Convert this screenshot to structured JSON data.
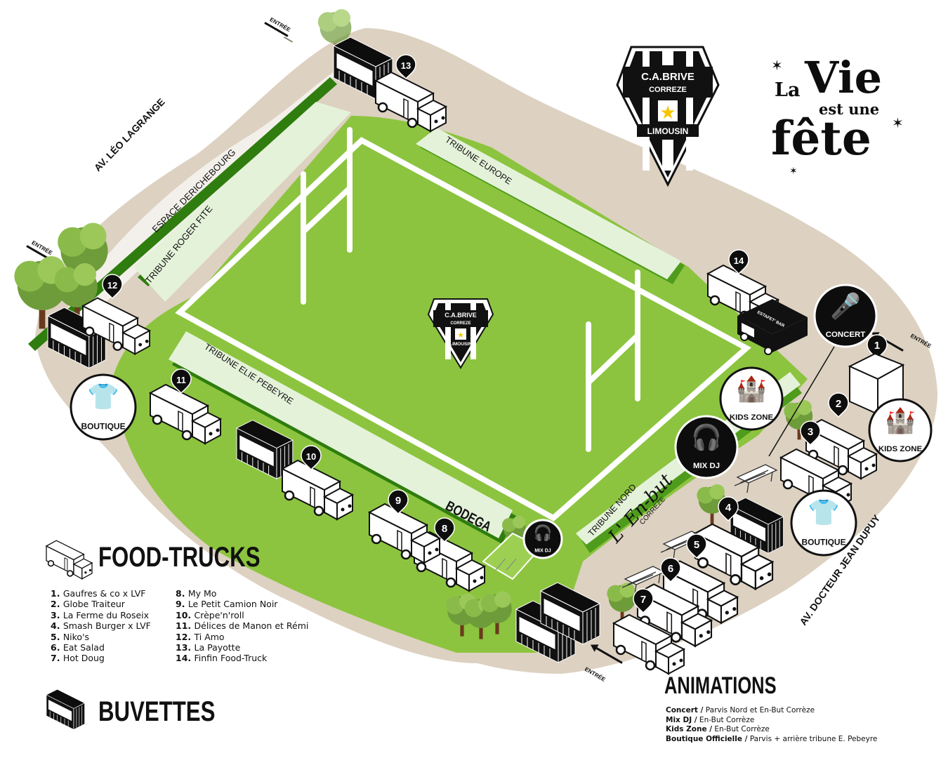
{
  "title": {
    "line1_small": "La",
    "line1_big": "Vie",
    "line2": "est une",
    "line3": "fête"
  },
  "club_logo": {
    "name": "C.A.BRIVE",
    "sub": "CORREZE",
    "region": "LIMOUSIN"
  },
  "colors": {
    "pitch": "#8cc43f",
    "pitch_dark": "#2f7d0e",
    "stand": "#e5f2da",
    "path": "#ddd1c1",
    "path_light": "#f3f0eb",
    "star": "#f7c500",
    "ink": "#0d0d0d"
  },
  "streets": {
    "north_west": "AV. LÉO LAGRANGE",
    "south_east": "AV. DOCTEUR JEAN DUPUY"
  },
  "zones": {
    "espace": "ESPACE DERICHEBOURG",
    "tribune_west": "TRIBUNE ROGER FITE",
    "tribune_north": "TRIBUNE EUROPE",
    "tribune_south": "TRIBUNE ELIE PEBEYRE",
    "tribune_east": "TRIBUNE NORD",
    "enbut_script": "L' En-but",
    "enbut_sub": "CORREZE",
    "bodega": "BODEGA"
  },
  "entrance_label": "ENTRÉE",
  "pois": {
    "concert": "CONCERT",
    "mixdj": "MIX DJ",
    "kids": "KIDS ZONE",
    "boutique": "BOUTIQUE",
    "estafet": "ESTAFET' BAR"
  },
  "markers": [
    "1",
    "2",
    "3",
    "4",
    "5",
    "6",
    "7",
    "8",
    "9",
    "10",
    "11",
    "12",
    "13",
    "14"
  ],
  "legend": {
    "foodtrucks_title": "FOOD-TRUCKS",
    "buvettes_title": "BUVETTES",
    "foodtrucks": [
      {
        "num": "1.",
        "name": "Gaufres & co x LVF"
      },
      {
        "num": "2.",
        "name": "Globe Traiteur"
      },
      {
        "num": "3.",
        "name": "La Ferme du Roseix"
      },
      {
        "num": "4.",
        "name": "Smash Burger x LVF"
      },
      {
        "num": "5.",
        "name": "Niko's"
      },
      {
        "num": "6.",
        "name": "Eat Salad"
      },
      {
        "num": "7.",
        "name": "Hot Doug"
      },
      {
        "num": "8.",
        "name": "My Mo"
      },
      {
        "num": "9.",
        "name": "Le Petit Camion Noir"
      },
      {
        "num": "10.",
        "name": "Crèpe'n'roll"
      },
      {
        "num": "11.",
        "name": "Délices de Manon et Rémi"
      },
      {
        "num": "12.",
        "name": "Ti Amo"
      },
      {
        "num": "13.",
        "name": "La Payotte"
      },
      {
        "num": "14.",
        "name": "Finfin Food-Truck"
      }
    ]
  },
  "animations": {
    "title": "ANIMATIONS",
    "items": [
      {
        "name": "Concert /",
        "place": " Parvis Nord et En-But Corrèze"
      },
      {
        "name": "Mix DJ /",
        "place": " En-But Corrèze"
      },
      {
        "name": "Kids Zone /",
        "place": " En-But Corrèze"
      },
      {
        "name": "Boutique Officielle /",
        "place": " Parvis + arrière tribune E. Pebeyre"
      }
    ]
  }
}
